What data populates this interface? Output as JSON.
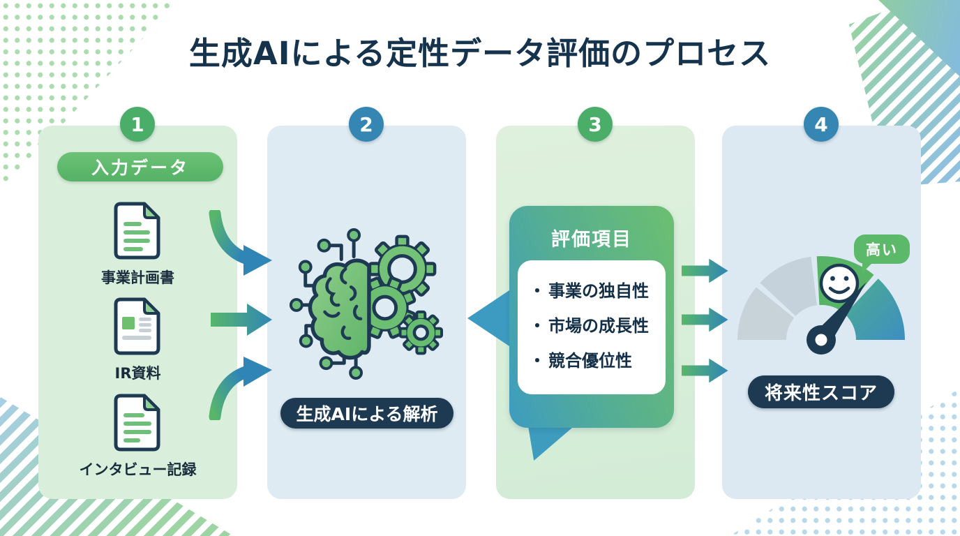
{
  "title": "生成AIによる定性データ評価のプロセス",
  "colors": {
    "navy": "#1D3A52",
    "step_green": "#4BAE68",
    "step_blue": "#3586B2",
    "panel_green": "#D9EEDB",
    "panel_blue": "#DDEBF3",
    "pill_green": "#5FBB6E",
    "gauge_green": "#57B366",
    "arrow_gradient": [
      "#58B66B",
      "#2F86B6"
    ]
  },
  "steps": {
    "step1": {
      "number": "1",
      "header": "入力データ",
      "documents": [
        {
          "label": "事業計画書",
          "icon": "document-text-icon"
        },
        {
          "label": "IR資料",
          "icon": "document-report-icon"
        },
        {
          "label": "インタビュー記録",
          "icon": "document-notes-icon"
        }
      ]
    },
    "step2": {
      "number": "2",
      "icon": "brain-gears-circuit-icon",
      "label": "生成AIによる解析"
    },
    "step3": {
      "number": "3",
      "bubble_title": "評価項目",
      "bullet": "・",
      "items": [
        "事業の独自性",
        "市場の成長性",
        "競合優位性"
      ]
    },
    "step4": {
      "number": "4",
      "icon": "gauge-meter-icon",
      "gauge_badge": "高い",
      "score_label": "将来性スコア"
    }
  }
}
